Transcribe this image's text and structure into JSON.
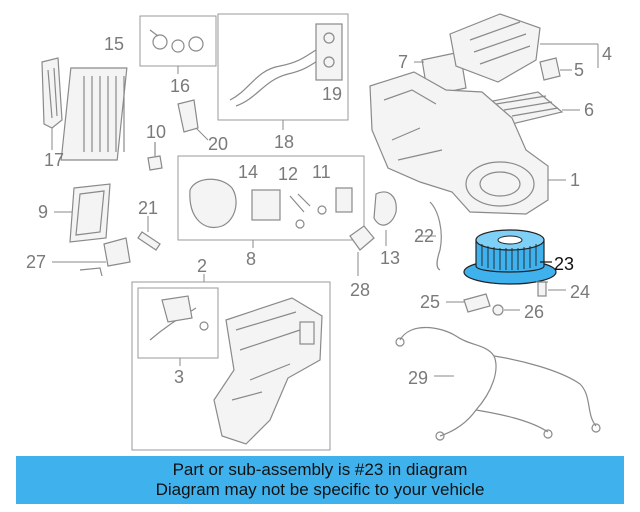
{
  "diagram": {
    "highlighted_part": "23",
    "highlight_color": "#3fb2ee",
    "callouts": [
      "1",
      "2",
      "3",
      "4",
      "5",
      "6",
      "7",
      "8",
      "9",
      "10",
      "11",
      "12",
      "13",
      "14",
      "15",
      "16",
      "17",
      "18",
      "19",
      "20",
      "21",
      "22",
      "23",
      "24",
      "25",
      "26",
      "27",
      "28",
      "29"
    ]
  },
  "banner": {
    "line1": "Part or sub-assembly is #23 in diagram",
    "line2": "Diagram may not be specific to your vehicle",
    "background": "#3fb2ee"
  }
}
